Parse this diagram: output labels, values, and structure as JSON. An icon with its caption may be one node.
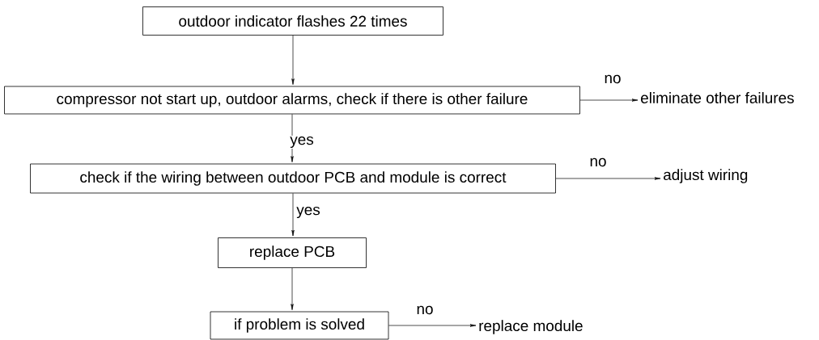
{
  "diagram": {
    "nodes": [
      {
        "text": [
          "outdoor indicator flashes 22 times"
        ]
      },
      {
        "text": [
          "compressor not start up, outdoor alarms, check if there is other failure"
        ]
      },
      {
        "text": [
          "eliminate other failures"
        ]
      },
      {
        "text": [
          "check if the wiring between outdoor PCB and module is correct"
        ]
      },
      {
        "text": [
          "adjust wiring"
        ]
      },
      {
        "text": [
          "replace PCB"
        ]
      },
      {
        "text": [
          "if problem is solved"
        ]
      },
      {
        "text": [
          "replace module"
        ]
      }
    ],
    "edges": [
      {
        "from": 0,
        "to": 1,
        "arrow": "to"
      },
      {
        "from": 1,
        "to": 2,
        "arrow": "to",
        "label": "no"
      },
      {
        "from": 1,
        "to": 3,
        "arrow": "to",
        "label": "yes"
      },
      {
        "from": 3,
        "to": 4,
        "arrow": "to",
        "label": "no"
      },
      {
        "from": 3,
        "to": 5,
        "arrow": "to",
        "label": "yes"
      },
      {
        "from": 5,
        "to": 6,
        "arrow": "to"
      },
      {
        "from": 6,
        "to": 7,
        "arrow": "to",
        "label": "no"
      }
    ]
  }
}
